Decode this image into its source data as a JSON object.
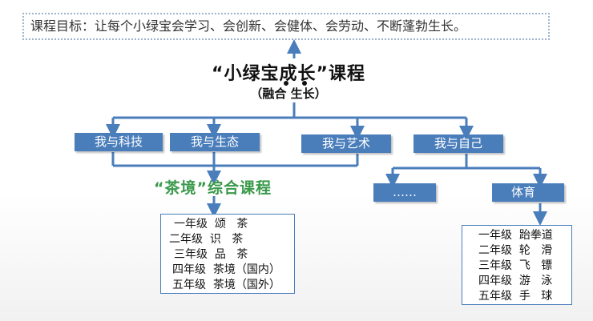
{
  "goal": "课程目标：让每个小绿宝会学习、会创新、会健体、会劳动、不断蓬勃生长。",
  "title": "“小绿宝成长”课程",
  "subtitle": "（融合  生长）",
  "branches": [
    "我与科技",
    "我与生态",
    "我与艺术",
    "我与自己"
  ],
  "tea": {
    "title": "“茶境”综合课程",
    "items": [
      "一年级  颂   茶",
      "二年级  识   茶",
      "三年级  品   茶",
      "四年级  茶境（国内）",
      "五年级  茶境（国外）"
    ]
  },
  "self_children": [
    "……",
    "体育"
  ],
  "sports": {
    "items": [
      "一年级  跆拳道",
      "二年级  轮   滑",
      "三年级  飞   镖",
      "四年级  游   泳",
      "五年级  手   球"
    ]
  },
  "colors": {
    "box": "#4a7ebb",
    "tea_title": "#3a9a4b",
    "line": "#4a7ebb"
  }
}
